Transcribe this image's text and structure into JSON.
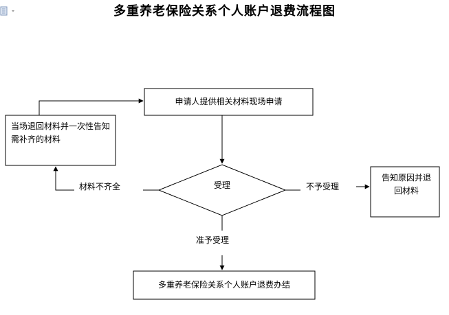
{
  "title": "多重养老保险关系个人账户退费流程图",
  "icons": {
    "document": "document-dropdown-icon"
  },
  "nodes": {
    "apply": "申请人提供相关材料现场申请",
    "incomplete_notice": "当场退回材料并一次性告知需补齐的材料",
    "decision": "受理",
    "reject_notice": "告知原因并退回材料",
    "finish": "多重养老保险关系个人账户退费办结"
  },
  "edges": {
    "incomplete": "材料不齐全",
    "reject": "不予受理",
    "accept": "准予受理"
  }
}
